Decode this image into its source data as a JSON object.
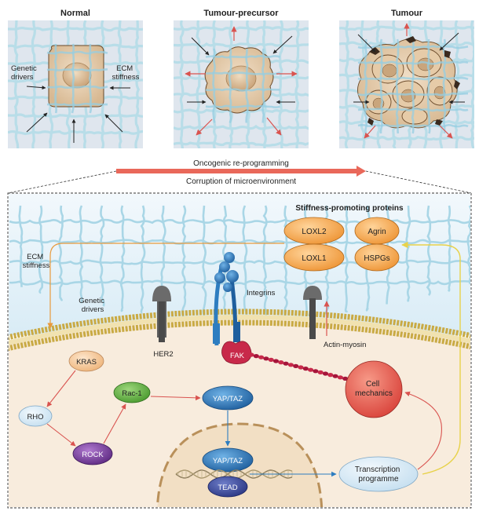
{
  "panels": {
    "normal": {
      "title": "Normal",
      "label_left": [
        "Genetic",
        "drivers"
      ],
      "label_right": [
        "ECM",
        "stiffness"
      ]
    },
    "precursor": {
      "title": "Tumour-precursor"
    },
    "tumour": {
      "title": "Tumour"
    }
  },
  "progression": {
    "top_label": "Oncogenic re-programming",
    "bottom_label": "Corruption of microenvironment"
  },
  "detail": {
    "stiffness_title": "Stiffness-promoting proteins",
    "proteins": [
      "LOXL2",
      "Agrin",
      "LOXL1",
      "HSPGs"
    ],
    "ecm_label": [
      "ECM",
      "stiffness"
    ],
    "genetic_label": [
      "Genetic",
      "drivers"
    ],
    "receptors": {
      "her2": "HER2",
      "integrins": "Integrins",
      "fak": "FAK",
      "actin": "Actin-myosin"
    },
    "nodes": {
      "kras": "KRAS",
      "rho": "RHO",
      "rock": "ROCK",
      "rac1": "Rac-1",
      "yap_cyto": "YAP/TAZ",
      "yap_nuc": "YAP/TAZ",
      "tead": "TEAD",
      "cell_mech": [
        "Cell",
        "mechanics"
      ],
      "transcription": [
        "Transcription",
        "programme"
      ]
    }
  },
  "colors": {
    "ecm_fiber": "#b8dde8",
    "ecm_bg": "#eaf4fb",
    "cell_fill": "#e6cdb0",
    "nucleus": "#d9bc96",
    "membrane": "#b89a34",
    "cyto": "#f7ebdd",
    "orange": "#f5a54a",
    "kras": "#f6cc9e",
    "rho": "#d8ebf7",
    "rock": "#7b3f9a",
    "rac1": "#6ab84a",
    "yap": "#2d7dc0",
    "tead": "#3a4a9a",
    "fak": "#c8294a",
    "red_node": "#e8584e",
    "transcription": "#d8ebf7",
    "arrow_red": "#d9534f",
    "arrow_orange": "#e89a3c",
    "arrow_yellow": "#e8d24a",
    "arrow_blue": "#2d7dc0"
  }
}
